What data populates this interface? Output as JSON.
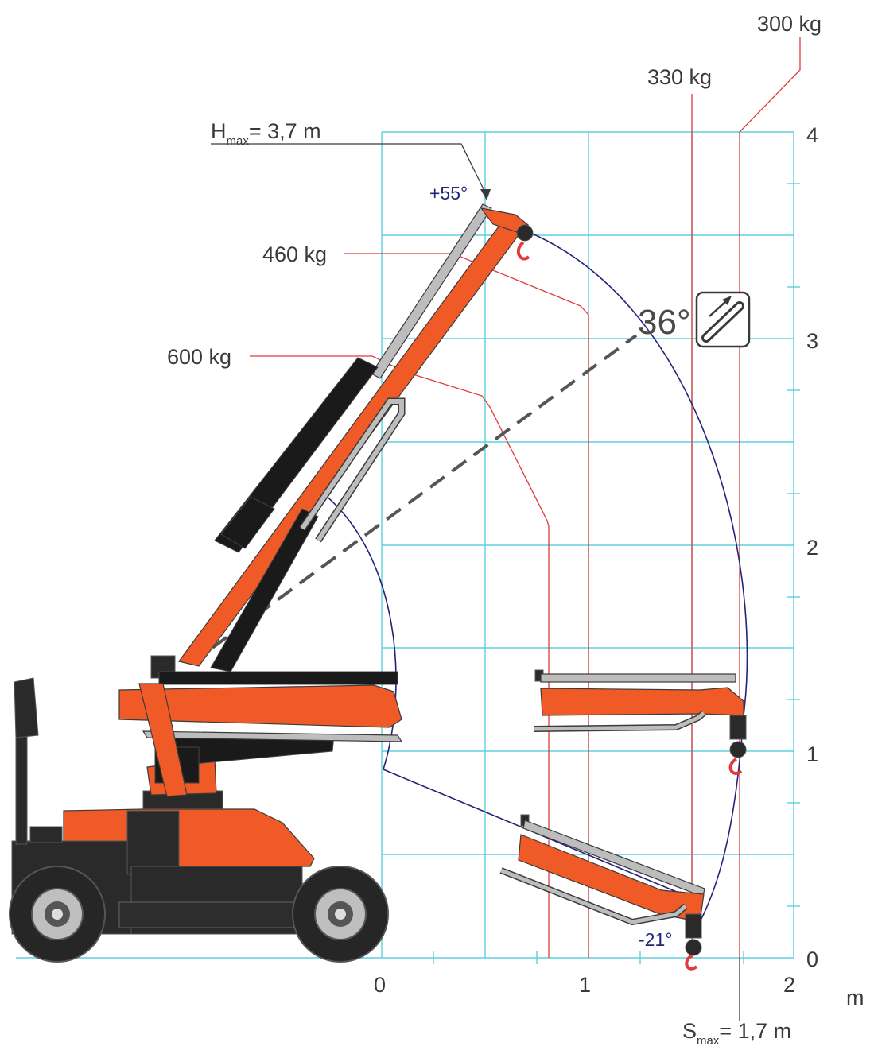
{
  "diagram": {
    "x_axis": {
      "unit": "m",
      "ticks": [
        "0",
        "1",
        "2"
      ]
    },
    "y_axis": {
      "ticks": [
        "0",
        "1",
        "2",
        "3",
        "4"
      ]
    },
    "load_labels": {
      "kg600": "600 kg",
      "kg460": "460 kg",
      "kg330": "330 kg",
      "kg300": "300 kg"
    },
    "h_max": {
      "symbol": "H",
      "sub": "max",
      "value": "= 3,7 m"
    },
    "s_max": {
      "symbol": "S",
      "sub": "max",
      "value": "= 1,7 m"
    },
    "angles": {
      "top": "+55°",
      "bottom": "-21°",
      "extension": "36°"
    },
    "colors": {
      "machine_orange": "#ef5a26",
      "grid": "#5fd0dd",
      "load_limit": "#e23a3a",
      "reach_arc": "#23237a"
    },
    "icons": [
      "boom-extension-icon"
    ]
  }
}
